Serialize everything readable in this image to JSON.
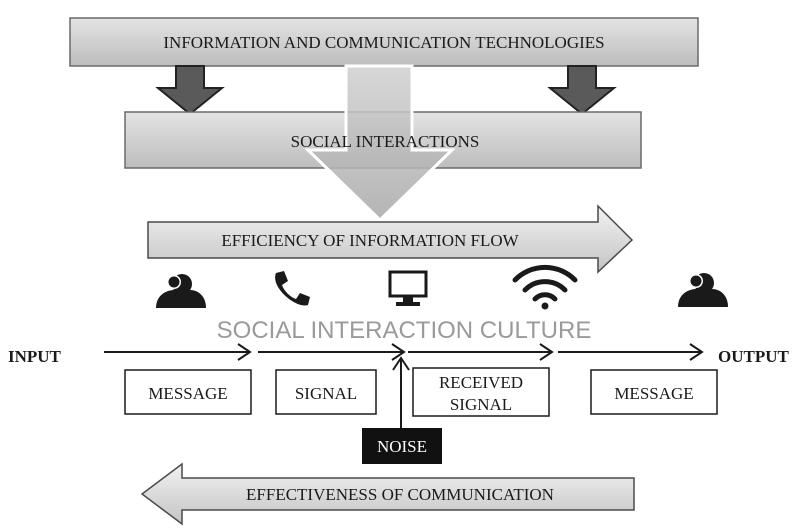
{
  "top_bar": {
    "label": "INFORMATION AND COMMUNICATION TECHNOLOGIES"
  },
  "middle_bar": {
    "label": "SOCIAL INTERACTIONS"
  },
  "efficiency_arrow": {
    "label": "EFFICIENCY OF INFORMATION FLOW"
  },
  "culture_label": "SOCIAL INTERACTION CULTURE",
  "flow": {
    "input_label": "INPUT",
    "output_label": "OUTPUT",
    "boxes": [
      {
        "line1": "MESSAGE",
        "line2": ""
      },
      {
        "line1": "SIGNAL",
        "line2": ""
      },
      {
        "line1": "RECEIVED",
        "line2": "SIGNAL"
      },
      {
        "line1": "MESSAGE",
        "line2": ""
      }
    ],
    "noise_label": "NOISE"
  },
  "effectiveness_arrow": {
    "label": "EFFECTIVENESS OF COMMUNICATION"
  },
  "icons": [
    "person-icon",
    "phone-icon",
    "monitor-icon",
    "wifi-icon",
    "person-icon"
  ],
  "colors": {
    "bar_fill": "#c8c8c8",
    "arrow_dark": "#555555",
    "noise_fill": "#111111",
    "culture_text": "#9a9a9a"
  }
}
